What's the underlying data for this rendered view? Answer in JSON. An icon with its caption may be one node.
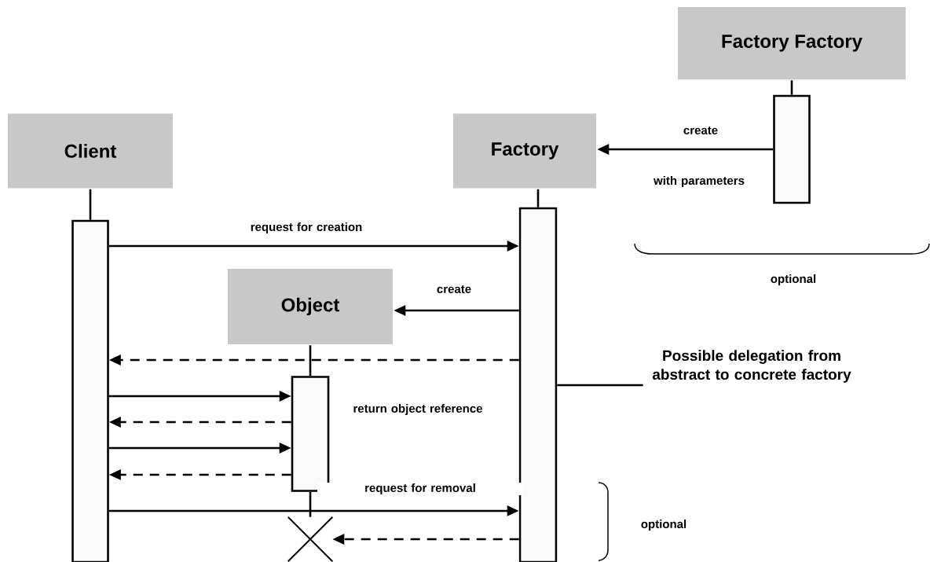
{
  "diagram": {
    "nodes": [
      {
        "text": [
          "Factory Factory"
        ]
      },
      {
        "text": [
          "Client"
        ]
      },
      {
        "text": [
          "Factory"
        ]
      },
      {
        "text": [
          "Object"
        ]
      },
      {
        "text": [],
        "shape": "bar"
      },
      {
        "text": [],
        "shape": "bar"
      },
      {
        "text": [],
        "shape": "bar"
      },
      {
        "text": [],
        "shape": "bar"
      },
      {
        "text": [],
        "shape": "cross"
      },
      {
        "text": [
          "Possible delegation from abstract to concrete factory"
        ]
      }
    ],
    "edges": [
      {
        "from": 0,
        "to": 7,
        "arrow": "none"
      },
      {
        "from": 1,
        "to": 4,
        "arrow": "none"
      },
      {
        "from": 2,
        "to": 5,
        "arrow": "none"
      },
      {
        "from": 3,
        "to": 6,
        "arrow": "none"
      },
      {
        "from": 6,
        "to": 8,
        "arrow": "none"
      },
      {
        "from": 7,
        "to": 2,
        "arrow": "to",
        "label": "create"
      },
      {
        "from": 4,
        "to": 5,
        "arrow": "to",
        "label": "request for creation"
      },
      {
        "from": 5,
        "to": 3,
        "arrow": "to",
        "label": "create"
      },
      {
        "from": 5,
        "to": 4,
        "arrow": "to",
        "style": "dashed",
        "label": "return object reference"
      },
      {
        "from": 4,
        "to": 6,
        "arrow": "to"
      },
      {
        "from": 6,
        "to": 4,
        "arrow": "to",
        "style": "dashed"
      },
      {
        "from": 4,
        "to": 6,
        "arrow": "to"
      },
      {
        "from": 6,
        "to": 4,
        "arrow": "to",
        "style": "dashed"
      },
      {
        "from": 4,
        "to": 5,
        "arrow": "to",
        "label": "request for removal"
      },
      {
        "from": 5,
        "to": 8,
        "arrow": "to",
        "style": "dashed"
      },
      {
        "from": 5,
        "to": 9,
        "arrow": "none"
      }
    ],
    "labels": [
      "with parameters",
      "optional",
      "optional"
    ]
  }
}
